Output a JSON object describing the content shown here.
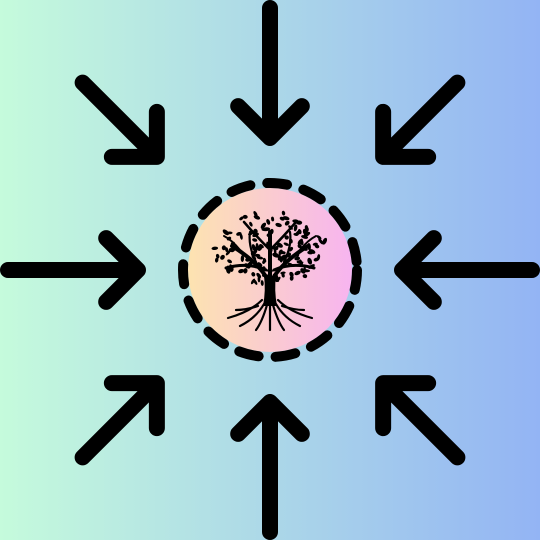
{
  "background": {
    "gradient_start": "#c5fbdc",
    "gradient_end": "#93b4f4"
  },
  "emblem": {
    "icon": "tree-of-life-icon",
    "gradient_start": "#fde3b0",
    "gradient_end": "#f7b4f0",
    "ring_style": "dashed",
    "ink": "#000000"
  },
  "arrows": {
    "count": 8,
    "direction": "inward",
    "color": "#000000",
    "items": [
      {
        "name": "arrow-from-top",
        "icon": "arrow-down-icon"
      },
      {
        "name": "arrow-from-top-right",
        "icon": "arrow-down-left-icon"
      },
      {
        "name": "arrow-from-right",
        "icon": "arrow-left-icon"
      },
      {
        "name": "arrow-from-bottom-right",
        "icon": "arrow-up-left-icon"
      },
      {
        "name": "arrow-from-bottom",
        "icon": "arrow-up-icon"
      },
      {
        "name": "arrow-from-bottom-left",
        "icon": "arrow-up-right-icon"
      },
      {
        "name": "arrow-from-left",
        "icon": "arrow-right-icon"
      },
      {
        "name": "arrow-from-top-left",
        "icon": "arrow-down-right-icon"
      }
    ]
  }
}
